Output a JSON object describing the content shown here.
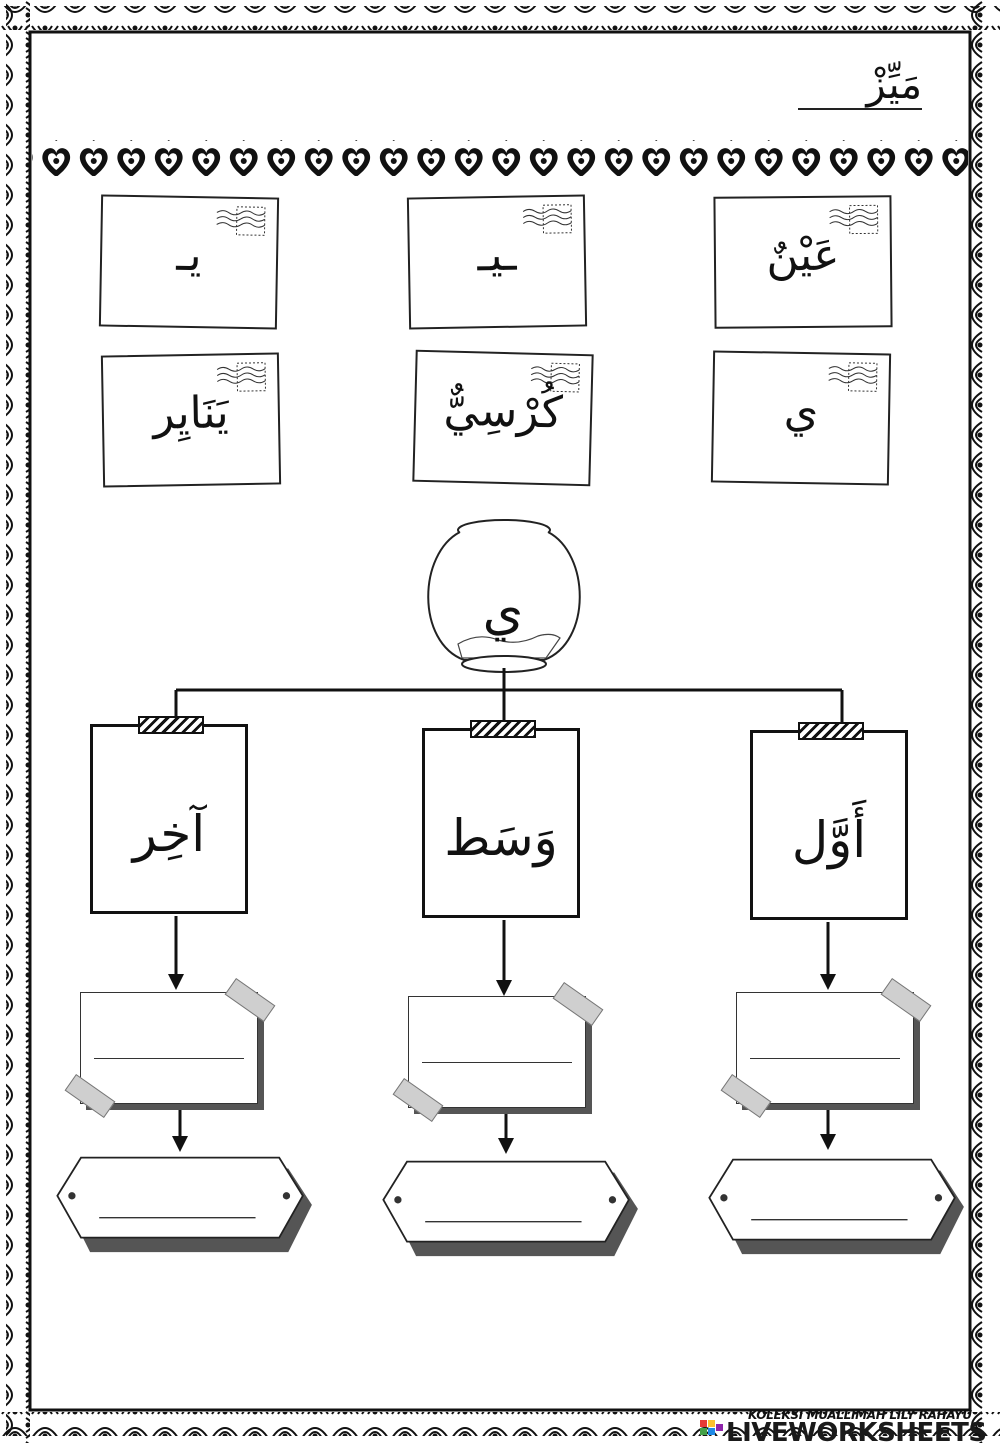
{
  "title": "مَيِّزْ",
  "cards": [
    {
      "word": "عَيْنٌ"
    },
    {
      "word": "ـيـ"
    },
    {
      "word": "يـ"
    },
    {
      "word": "ي"
    },
    {
      "word": "كُرْسِيٌّ"
    },
    {
      "word": "يَنَايِر"
    }
  ],
  "fishbowl_letter": "ي",
  "positions": [
    {
      "label": "أَوَّل"
    },
    {
      "label": "وَسَط"
    },
    {
      "label": "آخِر"
    }
  ],
  "footer": {
    "credit": "KOLEKSI MUALLIMAH LILY RAHAYU",
    "brand": "LIVEWORKSHEETS"
  }
}
